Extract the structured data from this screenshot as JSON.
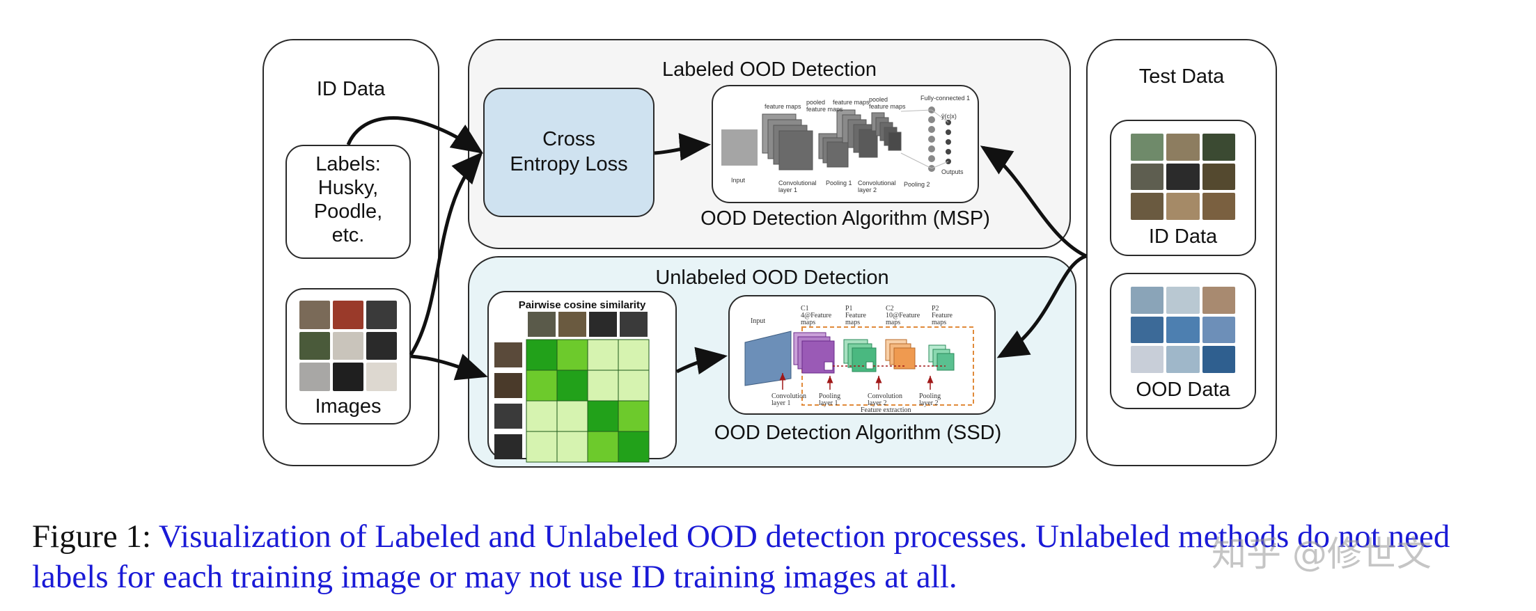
{
  "id_panel": {
    "title": "ID Data",
    "labels_box": "Labels:\nHusky,\nPoodle,\netc.",
    "images_label": "Images"
  },
  "labeled": {
    "title": "Labeled OOD Detection",
    "loss_box": "Cross\nEntropy Loss",
    "algorithm_label": "OOD Detection Algorithm (MSP)",
    "cnn_labels": {
      "input": "Input",
      "feature_maps_1": "feature maps",
      "pooled_1": "pooled\nfeature maps",
      "feature_maps_2": "feature maps",
      "pooled_2": "pooled\nfeature maps",
      "fc": "Fully-connected 1",
      "conv1": "Convolutional\nlayer 1",
      "pool1": "Pooling 1",
      "conv2": "Convolutional\nlayer 2",
      "pool2": "Pooling 2",
      "outputs": "Outputs",
      "yhat": "ŷ(c|x)"
    }
  },
  "unlabeled": {
    "title": "Unlabeled OOD Detection",
    "similarity_title": "Pairwise cosine similarity",
    "algorithm_label": "OOD Detection Algorithm (SSD)",
    "ssd_labels": {
      "input": "Input",
      "c1": "C1\n4@Feature\nmaps",
      "p1": "P1\nFeature\nmaps",
      "c2": "C2\n10@Feature\nmaps",
      "p2": "P2\nFeature\nmaps",
      "conv1": "Convolution\nlayer 1",
      "pool1": "Pooling\nlayer 1",
      "conv2": "Convolution\nlayer 2",
      "pool2": "Pooling\nlayer 2",
      "extraction": "Feature extraction"
    }
  },
  "test_panel": {
    "title": "Test Data",
    "id_label": "ID Data",
    "ood_label": "OOD Data"
  },
  "caption": {
    "prefix": "Figure 1: ",
    "text": "Visualization of Labeled and Unlabeled OOD detection processes. Unlabeled methods do not need labels for each training image or may not use ID training images at all."
  },
  "watermark": "知乎 @修世文",
  "colors": {
    "labeled_bg": "#f5f5f5",
    "unlabeled_bg": "#e8f4f7",
    "loss_box_bg": "#cfe2f0",
    "caption_blue": "#1a1ad6"
  }
}
